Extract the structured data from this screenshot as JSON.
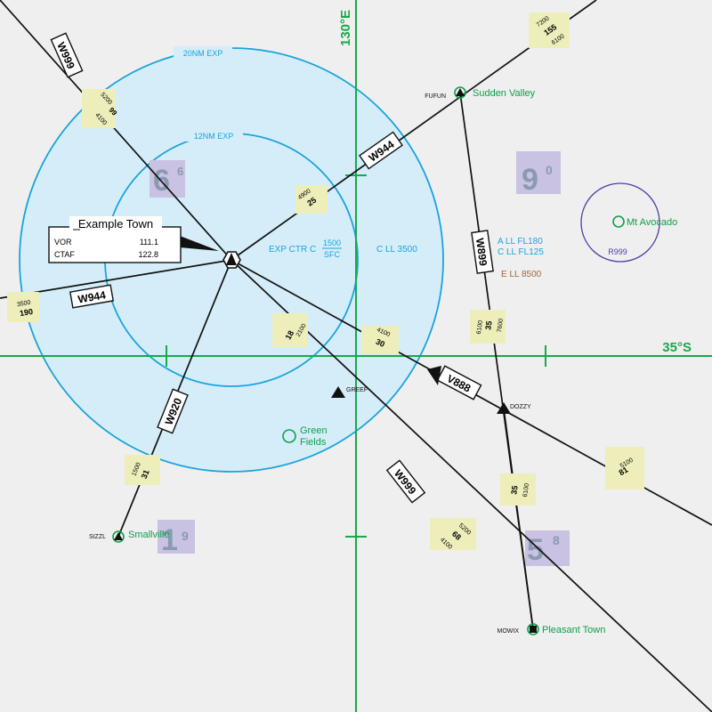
{
  "colors": {
    "background": "#efefef",
    "airspace_fill": "#d5edf9",
    "airspace_line": "#1aa3dc",
    "grid": "#19a84a",
    "route": "#111111",
    "town": "#0ea04a",
    "mea_box": "#eeeebb",
    "grid_mora": "#c9c2e2",
    "mora_text": "#8a9ab0",
    "restricted": "#4b3fa8",
    "class_e": "#a0673a"
  },
  "grid": {
    "meridian_label": "130°E",
    "parallel_label": "35°S"
  },
  "airspace": {
    "outer_label": "20NM EXP",
    "inner_label": "12NM EXP",
    "ctr_label": "EXP CTR C",
    "ctr_upper": "1500",
    "ctr_lower": "SFC",
    "class_c_label": "C LL 3500",
    "class_a_label": "A LL FL180",
    "class_c_upper_label": "C LL FL125",
    "class_e_label": "E LL 8500"
  },
  "restricted_area": {
    "id": "R999",
    "name": "Mt Avocado"
  },
  "vor_box": {
    "title": "Example Town",
    "rows": [
      {
        "label": "VOR",
        "value": "111.1"
      },
      {
        "label": "CTAF",
        "value": "122.8"
      }
    ]
  },
  "towns": [
    {
      "id": "sudden",
      "name": "Sudden Valley",
      "waypoint": "FUFUN"
    },
    {
      "id": "small",
      "name": "Smallville",
      "waypoint": "SIZZL"
    },
    {
      "id": "pleasant",
      "name": "Pleasant Town",
      "waypoint": "MOWIX"
    },
    {
      "id": "green",
      "name": "Green Fields"
    }
  ],
  "waypoints": [
    {
      "id": "greef",
      "name": "GREEF"
    },
    {
      "id": "dozzy",
      "name": "DOZZY"
    }
  ],
  "routes": [
    {
      "id": "w999a",
      "name": "W999"
    },
    {
      "id": "w999b",
      "name": "W999"
    },
    {
      "id": "w944a",
      "name": "W944"
    },
    {
      "id": "w944b",
      "name": "W944"
    },
    {
      "id": "w920",
      "name": "W920"
    },
    {
      "id": "v888",
      "name": "V888"
    },
    {
      "id": "w899",
      "name": "W899"
    }
  ],
  "distances": [
    {
      "id": "d99",
      "dist": "99",
      "mea": "5200",
      "lsalt": "4100"
    },
    {
      "id": "d25",
      "dist": "25",
      "mea": "4900"
    },
    {
      "id": "d190",
      "dist": "190",
      "mea": "3500"
    },
    {
      "id": "d18",
      "dist": "18",
      "mea": "2100"
    },
    {
      "id": "d30",
      "dist": "30",
      "mea": "4100"
    },
    {
      "id": "d31",
      "dist": "31",
      "mea": "1500"
    },
    {
      "id": "d68",
      "dist": "68",
      "mea": "5200",
      "lsalt": "4100"
    },
    {
      "id": "d155",
      "dist": "155",
      "mea": "7200",
      "lsalt": "6100"
    },
    {
      "id": "d35a",
      "dist": "35",
      "mea": "6100",
      "lsalt": "7600"
    },
    {
      "id": "d35b",
      "dist": "35",
      "mea": "6100"
    },
    {
      "id": "d81",
      "dist": "81",
      "mea": "5100"
    }
  ],
  "grid_mora": [
    {
      "id": "m66",
      "big": "6",
      "small": "6"
    },
    {
      "id": "m90",
      "big": "9",
      "small": "0"
    },
    {
      "id": "m19",
      "big": "1",
      "small": "9"
    },
    {
      "id": "m58",
      "big": "5",
      "small": "8"
    }
  ]
}
